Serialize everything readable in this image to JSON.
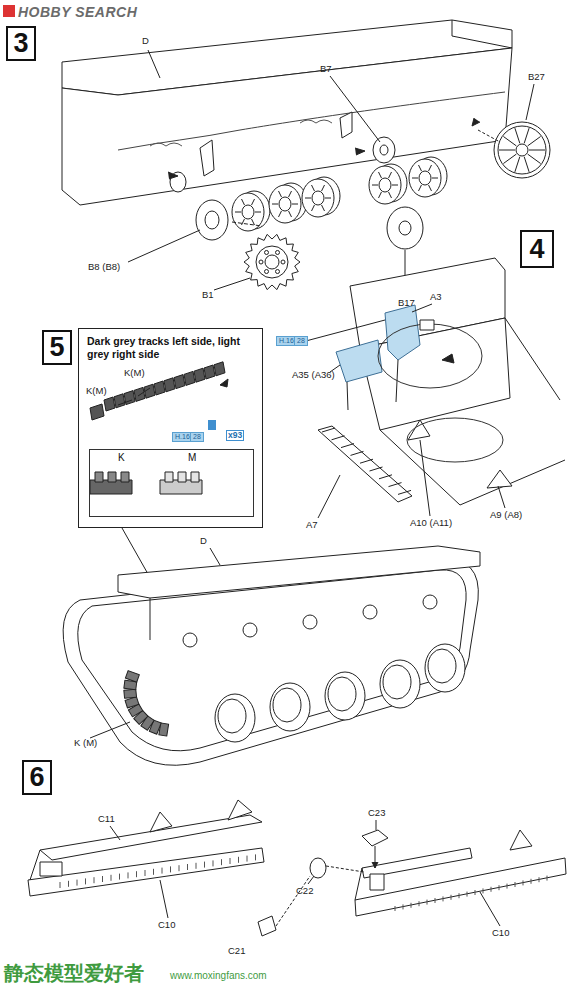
{
  "diagram": {
    "nodes": [
      {
        "text": [
          "3"
        ]
      },
      {
        "text": [
          "4"
        ]
      },
      {
        "text": [
          "5"
        ]
      },
      {
        "text": [
          "Dark grey tracks left side, light grey right side"
        ]
      },
      {
        "text": [
          "K",
          "M"
        ],
        "in": 3
      },
      {
        "text": [
          "6"
        ]
      }
    ],
    "labels": [
      "HOBBY SEARCH",
      "D",
      "B7",
      "B27",
      "B8 (B8)",
      "B17",
      "B1",
      "A3",
      "H.16",
      "28",
      "A35 (A36)",
      "A7",
      "A10 (A11)",
      "A9 (A8)",
      "K(M)",
      "K(M)",
      "H.16",
      "28",
      "x93",
      "D",
      "K (M)",
      "C11",
      "C23",
      "C10",
      "C22",
      "C21",
      "C10",
      "静态模型爱好者",
      "www.moxingfans.com"
    ]
  }
}
